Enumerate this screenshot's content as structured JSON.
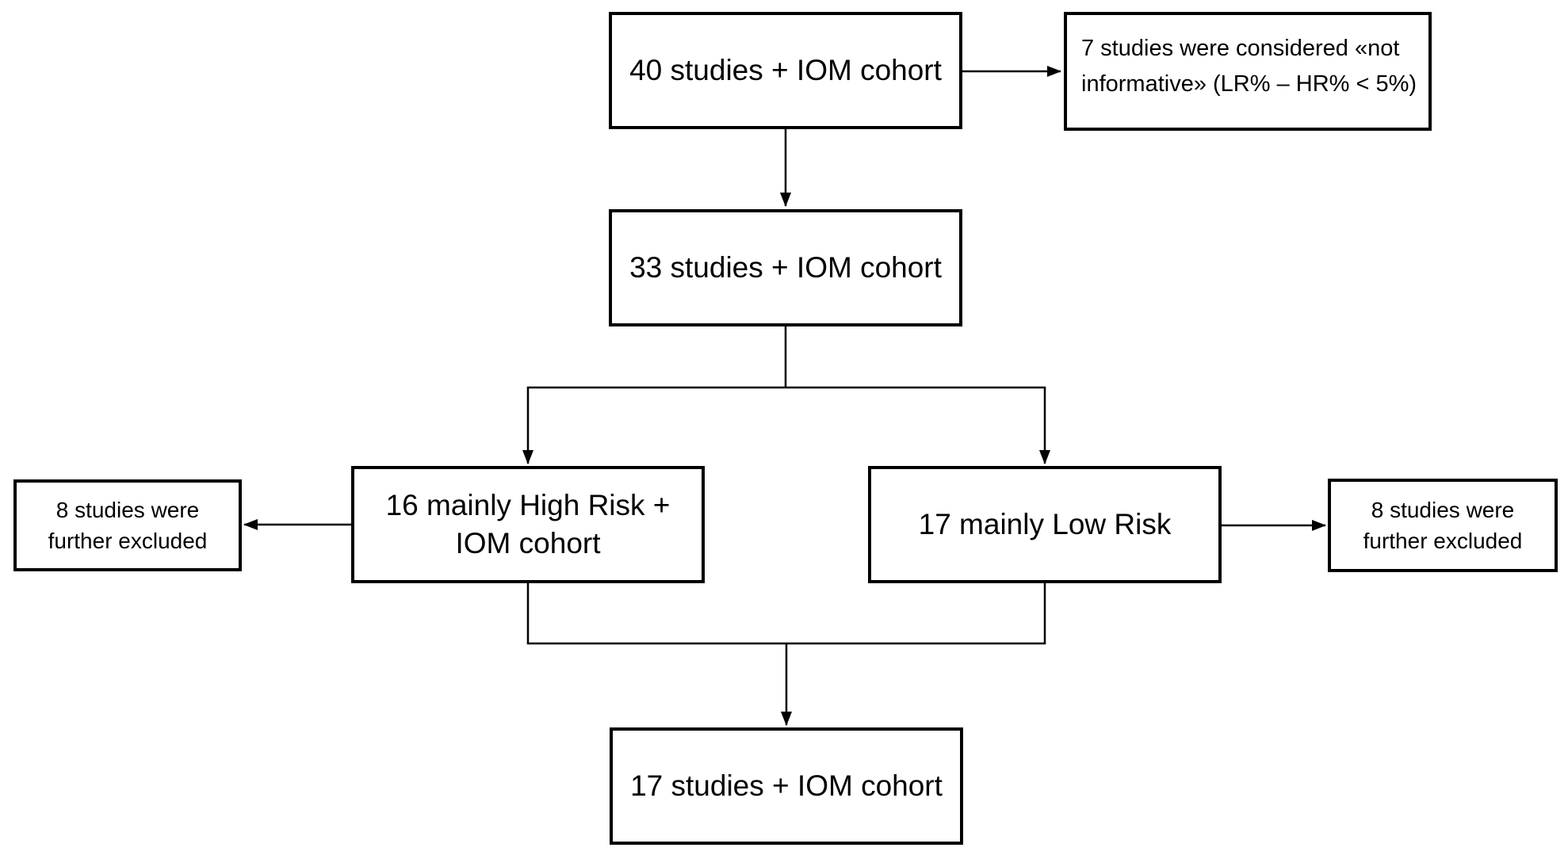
{
  "diagram": {
    "background_color": "#ffffff",
    "line_color": "#000000",
    "text_color": "#000000",
    "nodes": {
      "studies_40": {
        "label": "40 studies + IOM cohort"
      },
      "not_informative": {
        "label": "7 studies were considered «not\ninformative» (LR% – HR% < 5%)"
      },
      "studies_33": {
        "label": "33 studies + IOM cohort"
      },
      "high_risk": {
        "label": "16 mainly High Risk +\nIOM cohort"
      },
      "low_risk": {
        "label": "17 mainly Low Risk"
      },
      "excluded_high": {
        "label": "8 studies were\nfurther excluded"
      },
      "excluded_low": {
        "label": "8 studies were\nfurther excluded"
      },
      "studies_17": {
        "label": "17 studies + IOM cohort"
      }
    }
  }
}
